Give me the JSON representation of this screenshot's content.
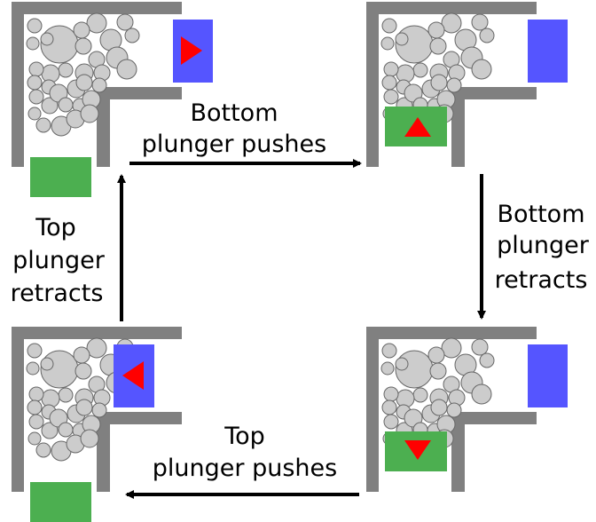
{
  "labels": {
    "bottom_pushes_1": "Bottom",
    "bottom_pushes_2": "plunger pushes",
    "bottom_retracts_1": "Bottom",
    "bottom_retracts_2": "plunger",
    "bottom_retracts_3": "retracts",
    "top_pushes_1": "Top",
    "top_pushes_2": "plunger pushes",
    "top_retracts_1": "Top",
    "top_retracts_2": "plunger",
    "top_retracts_3": "retracts"
  },
  "colors": {
    "wall": "#808080",
    "ball_fill": "#cccccc",
    "ball_stroke": "#666666",
    "top_plunger": "#5555ff",
    "bottom_plunger": "#4caf50",
    "direction_marker": "#ff0000",
    "arrow": "#000000"
  },
  "panels": [
    {
      "id": "top-left",
      "top_plunger_marker": "right",
      "bottom_plunger": "retracted"
    },
    {
      "id": "top-right",
      "top_plunger_marker": "none",
      "bottom_plunger": "pushed",
      "bottom_plunger_marker": "up"
    },
    {
      "id": "bottom-right",
      "top_plunger_marker": "none",
      "bottom_plunger": "pushed",
      "bottom_plunger_marker": "down"
    },
    {
      "id": "bottom-left",
      "top_plunger_marker": "left",
      "bottom_plunger": "retracted"
    }
  ]
}
